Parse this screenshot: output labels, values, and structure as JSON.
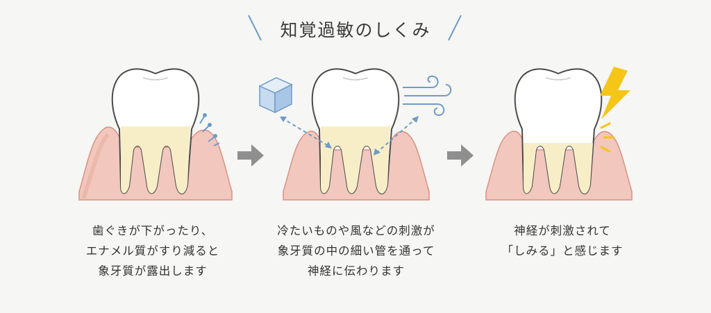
{
  "title": "知覚過敏のしくみ",
  "captions": [
    [
      "歯ぐきが下がったり、",
      "エナメル質がすり減ると",
      "象牙質が露出します"
    ],
    [
      "冷たいものや風などの刺激が",
      "象牙質の中の細い管を通って",
      "神経に伝わります"
    ],
    [
      "神経が刺激されて",
      "「しみる」と感じます"
    ]
  ],
  "colors": {
    "gum": "#f2c7bd",
    "gum_edge": "#d99184",
    "tooth_outline": "#4a4a4a",
    "dentin": "#f7eec8",
    "accent_blue": "#6f9bc8",
    "lightning": "#f5c518",
    "arrow_gray": "#8f8f8f"
  }
}
